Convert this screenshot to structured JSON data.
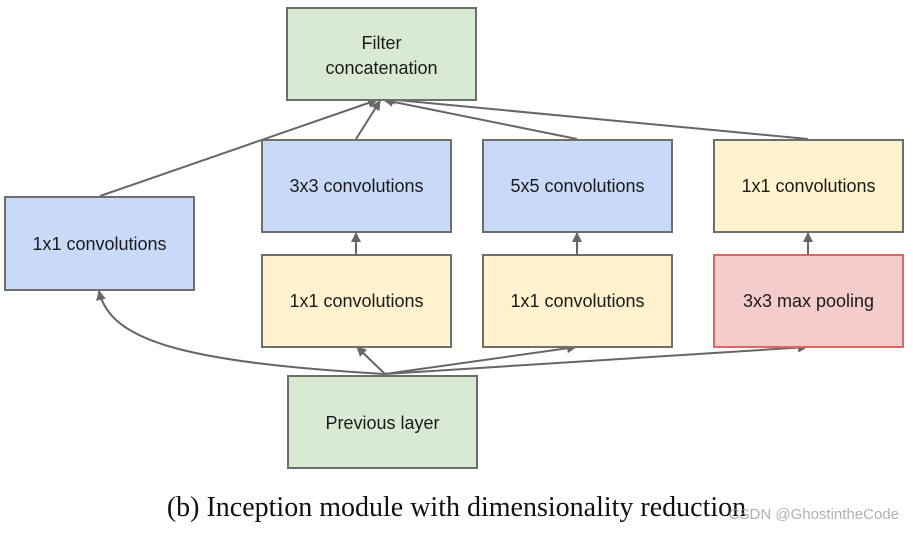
{
  "diagram": {
    "colors": {
      "green_fill": "#d9ead3",
      "green_stroke": "#6e6e6e",
      "blue_fill": "#c9daf8",
      "blue_stroke": "#6e6e6e",
      "yellow_fill": "#fff2cc",
      "yellow_stroke": "#6e6e6e",
      "red_fill": "#f4cccc",
      "red_stroke": "#e06666",
      "arrow": "#666666"
    },
    "nodes": {
      "filter_concat": {
        "line1": "Filter",
        "line2": "concatenation"
      },
      "conv1x1_left": "1x1 convolutions",
      "conv3x3": "3x3 convolutions",
      "conv5x5": "5x5 convolutions",
      "conv1x1_after_pool": "1x1 convolutions",
      "conv1x1_before_3x3": "1x1 convolutions",
      "conv1x1_before_5x5": "1x1 convolutions",
      "maxpool3x3": "3x3 max pooling",
      "previous_layer": "Previous layer"
    },
    "caption": "(b)  Inception module with dimensionality reduction",
    "watermark": "CSDN @GhostintheCode"
  }
}
